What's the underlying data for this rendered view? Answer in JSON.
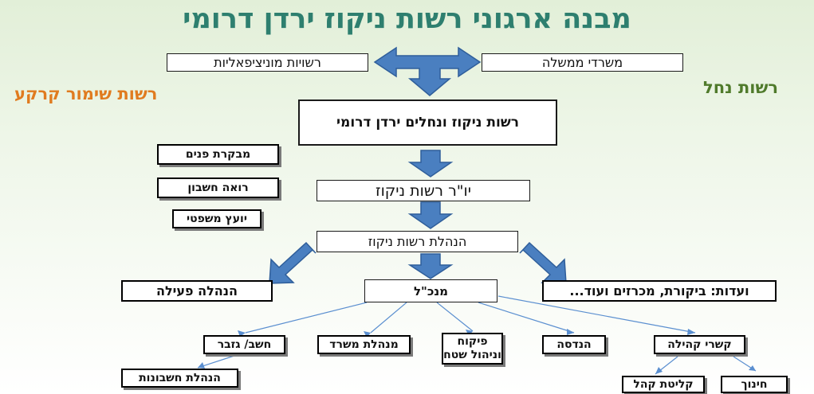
{
  "title": "מבנה ארגוני רשות ניקוז ירדן דרומי",
  "side_labels": {
    "left": "רשות שימור קרקע",
    "right": "רשות נחל"
  },
  "colors": {
    "title": "#2e7f6f",
    "left_label": "#e07b1f",
    "right_label": "#4f7a2b",
    "arrow_fill": "#4a7fc0",
    "arrow_stroke": "#2f5e9a",
    "connector": "#5b8fd0"
  },
  "nodes": {
    "municipal": "רשויות מוניציפאליות",
    "ministries": "משרדי ממשלה",
    "authority": "רשות ניקוז ונחלים ירדן דרומי",
    "internal_audit": "מבקרת פנים",
    "accountant": "רואה חשבון",
    "legal_advisor": "יועץ משפטי",
    "chairman": "יו\"ר רשות ניקוז",
    "board": "הנהלת רשות ניקוז",
    "active_management": "הנהלה פעילה",
    "ceo": "מנכ\"ל",
    "committees": "ועדות: ביקורת, מכרזים ועוד...",
    "comptroller": "חשב/ גזבר",
    "office_manager": "מנהלת משרד",
    "supervision": "פיקוח וניהול שטח",
    "engineering": "הנדסה",
    "community": "קשרי קהילה",
    "bookkeeping": "הנהלת חשבונות",
    "public_reception": "קליטת קהל",
    "education": "חינוך"
  }
}
